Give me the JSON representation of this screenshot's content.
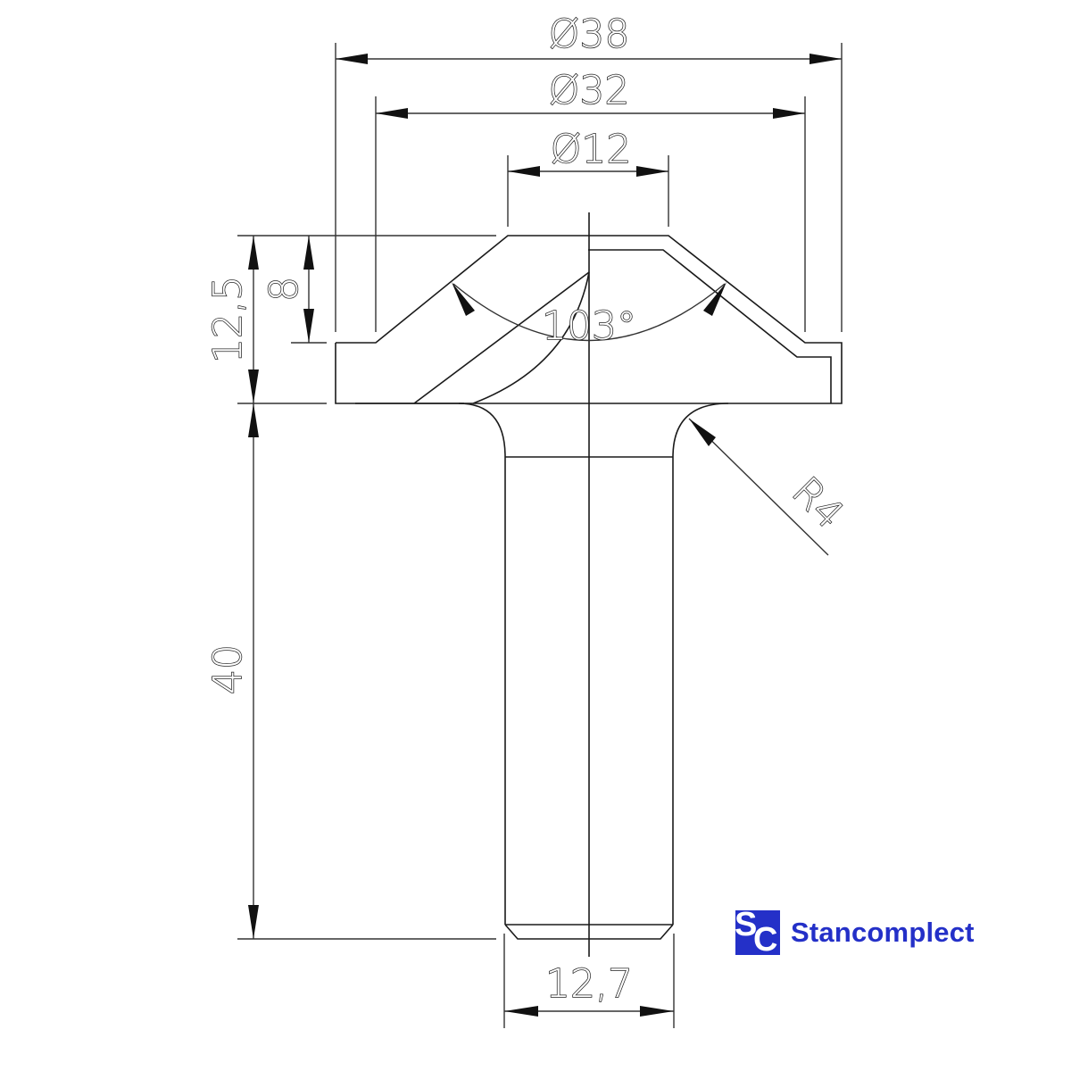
{
  "drawing": {
    "subject": "router bit technical drawing",
    "dimensions": {
      "outer_diameter": "Ø38",
      "cutting_diameter": "Ø32",
      "top_diameter": "Ø12",
      "total_head_height": "12,5",
      "cut_height": "8",
      "angle": "103°",
      "radius": "R4",
      "shank_length": "40",
      "shank_diameter": "12,7"
    }
  },
  "brand": {
    "logo_letters_1": "S",
    "logo_letters_2": "C",
    "name": "Stancomplect",
    "color": "#2430c8"
  }
}
